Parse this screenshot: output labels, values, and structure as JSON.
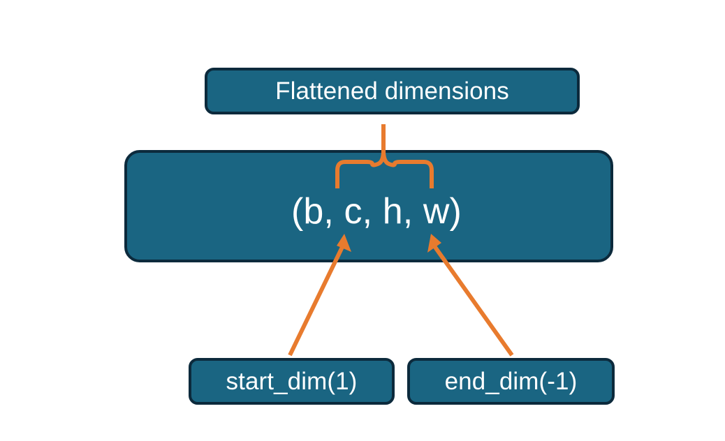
{
  "diagram": {
    "title_box": {
      "label": "Flattened dimensions"
    },
    "shape_box": {
      "label": "(b, c, h, w)"
    },
    "param_boxes": [
      {
        "label": "start_dim(1)"
      },
      {
        "label": "end_dim(-1)"
      }
    ],
    "connectors": {
      "brace_name": "curly-brace-connector",
      "arrow_start_name": "start-dim-arrow",
      "arrow_end_name": "end-dim-arrow"
    },
    "colors": {
      "box_fill": "#1a6582",
      "box_border": "#0c2a3c",
      "accent": "#e87b2e",
      "text": "#ffffff",
      "background": "#ffffff"
    }
  }
}
